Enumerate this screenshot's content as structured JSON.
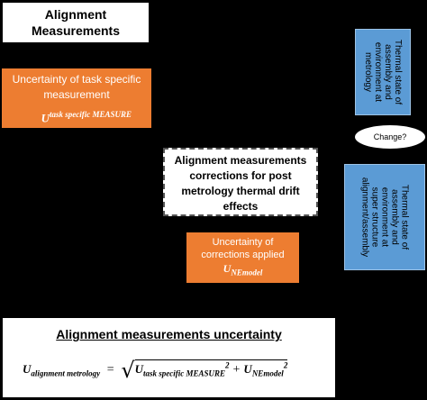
{
  "title_box": {
    "line1": "Alignment",
    "line2": "Measurements"
  },
  "uncert_task": {
    "line1": "Uncertainty of task specific",
    "line2": "measurement",
    "symbol_base": "U",
    "symbol_sup": "task specific MEASURE"
  },
  "thermal_metrology": {
    "line1": "Thermal state of",
    "line2": "assembly and",
    "line3": "environment at",
    "line4": "metrology"
  },
  "change_label": "Change?",
  "center_box": {
    "line1": "Alignment measurements",
    "line2": "corrections for post",
    "line3": "metrology thermal drift",
    "line4": "effects"
  },
  "thermal_super": {
    "line1": "Thermal state of",
    "line2": "assembly and",
    "line3": "environment at",
    "line4": "super structure",
    "line5": "alignment/assembly"
  },
  "uncert_corr": {
    "line1": "Uncertainty of",
    "line2": "corrections applied",
    "symbol_base": "U",
    "symbol_sub": "NEmodel"
  },
  "summary": {
    "title": "Alignment measurements uncertainty",
    "lhs_base": "U",
    "lhs_sub": "alignment metrology",
    "equals": "=",
    "term1_base": "U",
    "term1_sub": "task specific MEASURE",
    "term1_exp": "2",
    "plus": "+",
    "term2_base": "U",
    "term2_sub": "NEmodel",
    "term2_exp": "2"
  }
}
